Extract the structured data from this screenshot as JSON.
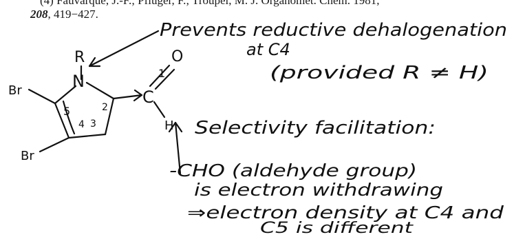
{
  "reference": {
    "line1": "(4) Fauvarque, J.-F.; Pflüger, F.; Troupel, M. J. Organomet. Chem. 1981,",
    "line2_volume": "208",
    "line2_pages": ", 419−427."
  },
  "molecule": {
    "atoms": {
      "r": "R",
      "n": "N",
      "br_top": "Br",
      "br_bottom": "Br",
      "o": "O",
      "c": "C",
      "h": "H"
    },
    "ring_numbers": {
      "c2": "2",
      "c3": "3",
      "c4": "4",
      "c5": "5",
      "carbonyl_c": "1"
    }
  },
  "notes": {
    "prevents_line1": "Prevents reductive dehalogenation",
    "prevents_line2": "at C4",
    "prevents_line3": "(provided R ≠ H)",
    "selectivity": "Selectivity facilitation:",
    "cho_line1": "-CHO (aldehyde group)",
    "cho_line2": "is electron withdrawing",
    "cho_line3": "⇒electron density at C4 and",
    "cho_line4": "C5 is different"
  }
}
